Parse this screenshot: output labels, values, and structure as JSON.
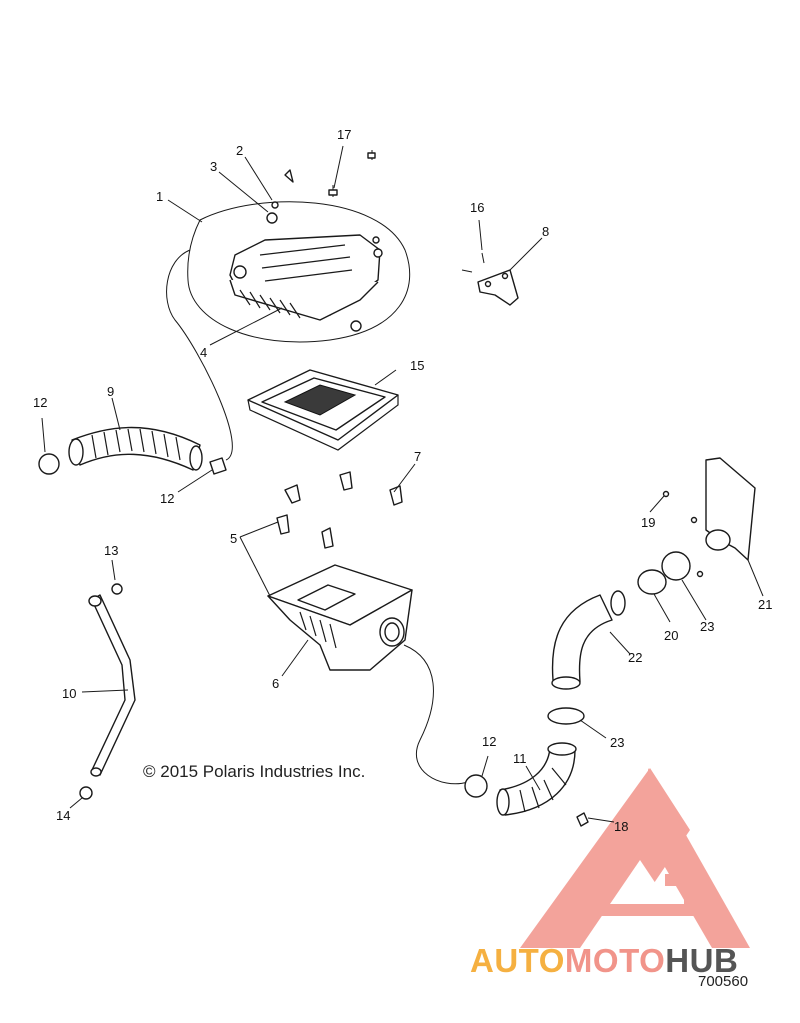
{
  "callouts": [
    "1",
    "2",
    "3",
    "4",
    "5",
    "6",
    "7",
    "8",
    "9",
    "10",
    "11",
    "12",
    "12",
    "12",
    "13",
    "14",
    "15",
    "16",
    "17",
    "18",
    "19",
    "20",
    "21",
    "22",
    "23",
    "23"
  ],
  "copyright": "© 2015 Polaris Industries Inc.",
  "diagram_number": "700560",
  "watermark": {
    "part1": "AUTO",
    "part2": "MOTO",
    "part3": "HUB",
    "colors": {
      "auto": "#f5b041",
      "moto": "#f1948a",
      "hub": "#555555",
      "triangle": "#f1948a"
    }
  }
}
